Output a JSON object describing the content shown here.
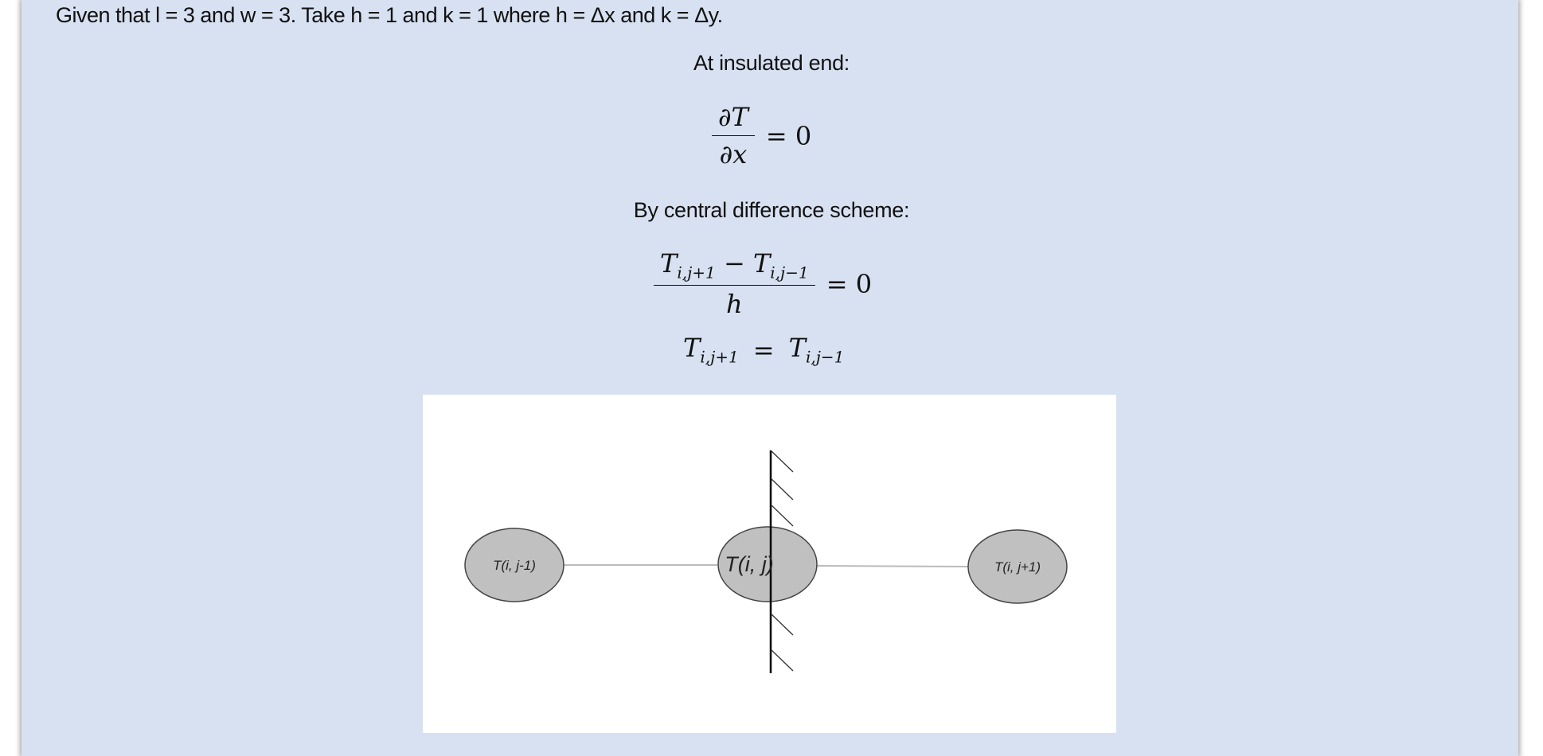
{
  "intro": "Given that l = 3 and w = 3. Take h = 1 and k = 1 where h = Δx and k = Δy.",
  "insulated_label": "At insulated end:",
  "eq1": {
    "num": "∂T",
    "den": "∂x",
    "rhs": "= 0"
  },
  "scheme_label": "By central difference scheme:",
  "eq2": {
    "t1": "T",
    "s1": "i,j+1",
    "minus": " − ",
    "t2": "T",
    "s2": "i,j−1",
    "den": "h",
    "rhs": "= 0"
  },
  "eq3": {
    "t1": "T",
    "s1": "i,j+1",
    "eq": "=",
    "t2": "T",
    "s2": "i,j−1"
  },
  "diagram": {
    "nodes": [
      "T(i, j-1)",
      "T(i, j)",
      "T(i, j+1)"
    ]
  }
}
